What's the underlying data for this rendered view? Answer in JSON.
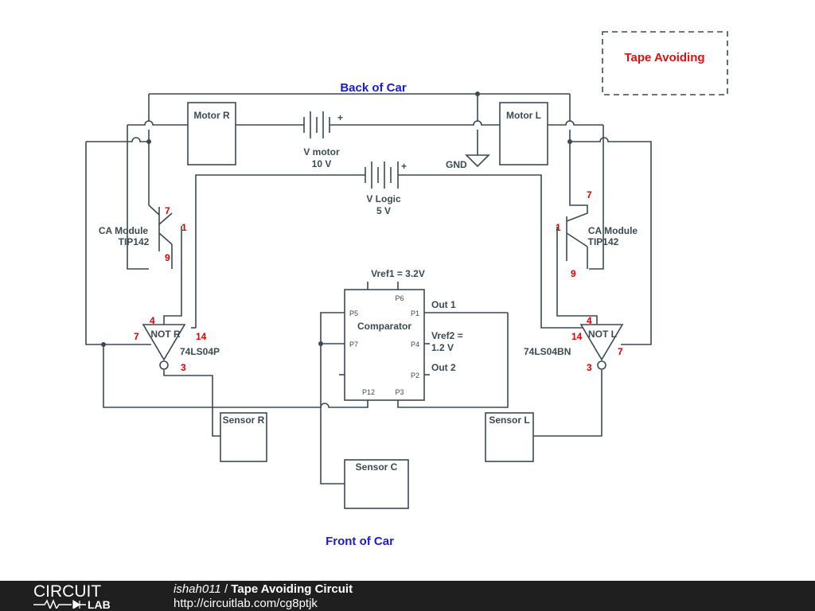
{
  "title_box": "Tape Avoiding",
  "back_label": "Back of Car",
  "front_label": "Front of Car",
  "motor_r": "Motor R",
  "motor_l": "Motor L",
  "v_motor_name": "V motor",
  "v_motor_value": "10 V",
  "v_logic_name": "V Logic",
  "v_logic_value": "5 V",
  "gnd": "GND",
  "plus": "+",
  "ca_left_1": "CA Module",
  "ca_left_2": "TIP142",
  "ca_right_1": "CA Module",
  "ca_right_2": "TIP142",
  "not_r": "NOT R",
  "not_l": "NOT L",
  "chip_left": "74LS04P",
  "chip_right": "74LS04BN",
  "comparator": {
    "name": "Comparator",
    "vref1": "Vref1 = 3.2V",
    "vref2_a": "Vref2 =",
    "vref2_b": "1.2 V",
    "out1": "Out 1",
    "out2": "Out 2",
    "p1": "P1",
    "p2": "P2",
    "p3": "P3",
    "p4": "P4",
    "p5": "P5",
    "p6": "P6",
    "p7": "P7",
    "p12": "P12"
  },
  "sensor_r": "Sensor R",
  "sensor_l": "Sensor L",
  "sensor_c": "Sensor C",
  "pins": {
    "lq_7": "7",
    "lq_1": "1",
    "lq_9": "9",
    "rq_7": "7",
    "rq_1": "1",
    "rq_9": "9",
    "ln_4": "4",
    "ln_7": "7",
    "ln_14": "14",
    "ln_3": "3",
    "rn_4": "4",
    "rn_14": "14",
    "rn_7": "7",
    "rn_3": "3"
  },
  "footer": {
    "user": "ishah011",
    "separator": " / ",
    "circuit_name": "Tape Avoiding Circuit",
    "url": "http://circuitlab.com/cg8ptjk",
    "logo_top": "CIRCUIT",
    "logo_bottom": "LAB"
  },
  "colors": {
    "wire": "#3a4a52",
    "pin_label": "#e00000",
    "blue_label": "#1a1acc",
    "title_red": "#e01010",
    "footer_bg": "#1f1f1f"
  }
}
